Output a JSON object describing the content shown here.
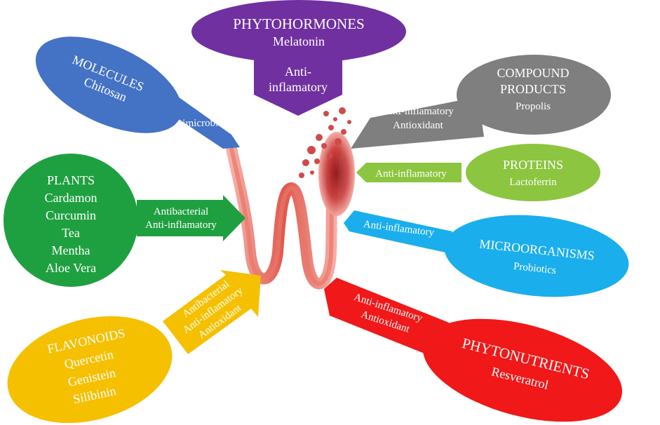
{
  "phytohormones": {
    "title": "PHYTOHORMONES",
    "example": "Melatonin",
    "effect_line1": "Anti-",
    "effect_line2": "inflamatory",
    "color": "#7030A0"
  },
  "molecules": {
    "title": "MOLECULES",
    "example": "Chitosan",
    "effect": "Antimicrobial",
    "color": "#4472C4"
  },
  "compound": {
    "title_line1": "COMPOUND",
    "title_line2": "PRODUCTS",
    "example": "Propolis",
    "effect_line1": "Anti-inflamatory",
    "effect_line2": "Antioxidant",
    "color": "#7F7F7F"
  },
  "proteins": {
    "title": "PROTEINS",
    "example": "Lactoferrin",
    "effect": "Anti-inflamatory",
    "color": "#8CC540"
  },
  "plants": {
    "title": "PLANTS",
    "examples": [
      "Cardamon",
      "Curcumin",
      "Tea",
      "Mentha",
      "Aloe Vera"
    ],
    "effect_line1": "Antibacterial",
    "effect_line2": "Anti-inflamatory",
    "color": "#1FA040"
  },
  "microorganisms": {
    "title": "MICROORGANISMS",
    "example": "Probiotics",
    "effect": "Anti-inflamatory",
    "color": "#1BAEEC"
  },
  "flavonoids": {
    "title": "FLAVONOIDS",
    "examples": [
      "Quercetin",
      "Genistein",
      "Silibinin"
    ],
    "effect_line1": "Antibacterial",
    "effect_line2": "Anti-inflamatory",
    "effect_line3": "Antioxidant",
    "color": "#F5C000"
  },
  "phytonutrients": {
    "title": "PHYTONUTRIENTS",
    "example": "Resveratrol",
    "effect_line1": "Anti-inflamatory",
    "effect_line2": "Antioxidant",
    "color": "#F01818"
  }
}
